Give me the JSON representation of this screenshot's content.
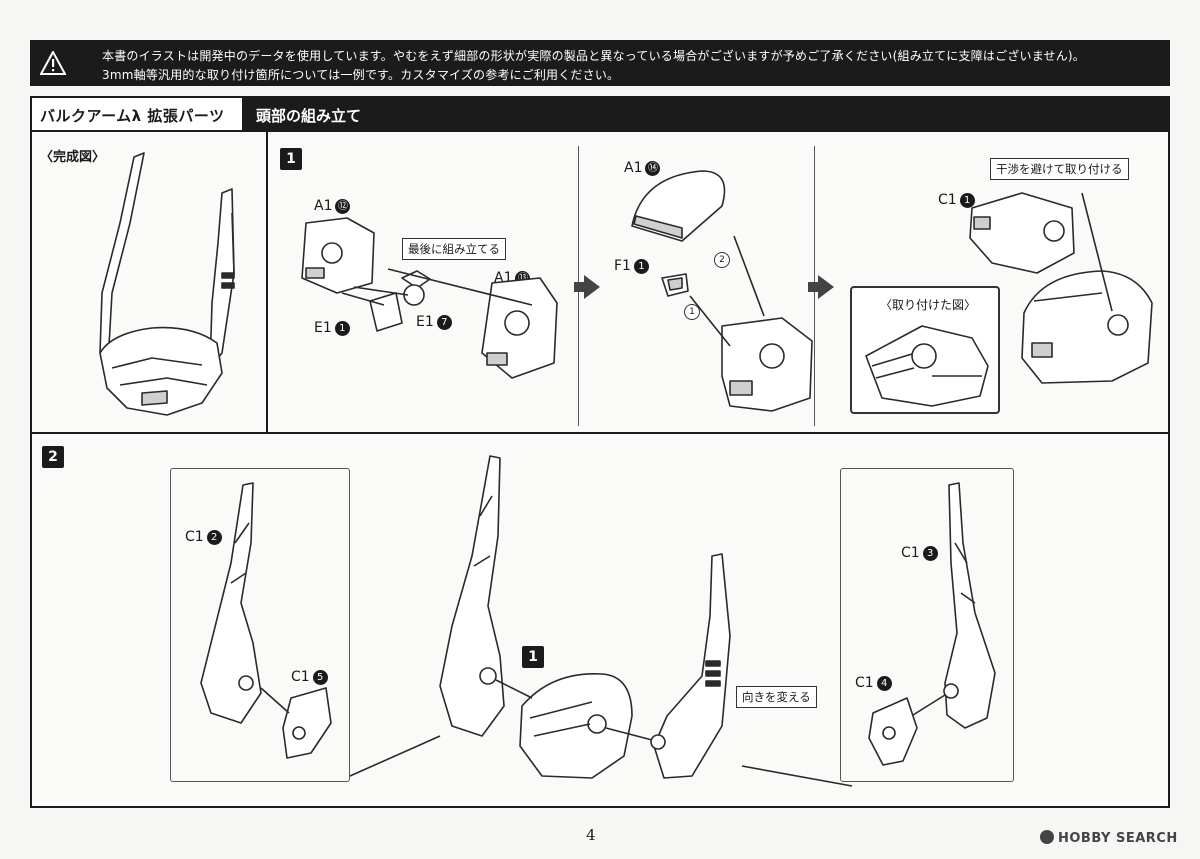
{
  "notice": {
    "line1": "本書のイラストは開発中のデータを使用しています。やむをえず細部の形状が実際の製品と異なっている場合がございますが予めご了承ください(組み立てに支障はございません)。",
    "line2": "3mm軸等汎用的な取り付け箇所については一例です。カスタマイズの参考にご利用ください。"
  },
  "header": {
    "product": "バルクアームλ 拡張パーツ",
    "section": "頭部の組み立て"
  },
  "complete": {
    "label": "〈完成図〉"
  },
  "step1": {
    "badge": "1",
    "panel_a": {
      "part_a1_12": "A1",
      "num_12": "⑫",
      "part_a1_13": "A1",
      "num_13": "⑬",
      "part_e1_1": "E1",
      "num_e1_1": "1",
      "part_e1_7": "E1",
      "num_e1_7": "7",
      "callout": "最後に組み立てる"
    },
    "panel_b": {
      "part_a1_14": "A1",
      "num_14": "⑭",
      "part_f1_1": "F1",
      "num_f1_1": "1",
      "order_1": "1",
      "order_2": "2"
    },
    "panel_c": {
      "part_c1_1": "C1",
      "num_c1_1": "1",
      "callout": "干渉を避けて取り付ける",
      "inset_caption": "〈取り付けた図〉"
    }
  },
  "step2": {
    "badge": "2",
    "inner_badge": "1",
    "left_box": {
      "part_c1_2": "C1",
      "num_c1_2": "2",
      "part_c1_5": "C1",
      "num_c1_5": "5"
    },
    "right_box": {
      "part_c1_3": "C1",
      "num_c1_3": "3",
      "part_c1_4": "C1",
      "num_c1_4": "4"
    },
    "callout": "向きを変える"
  },
  "footer": {
    "page_number": "4",
    "watermark": "HOBBY SEARCH"
  }
}
